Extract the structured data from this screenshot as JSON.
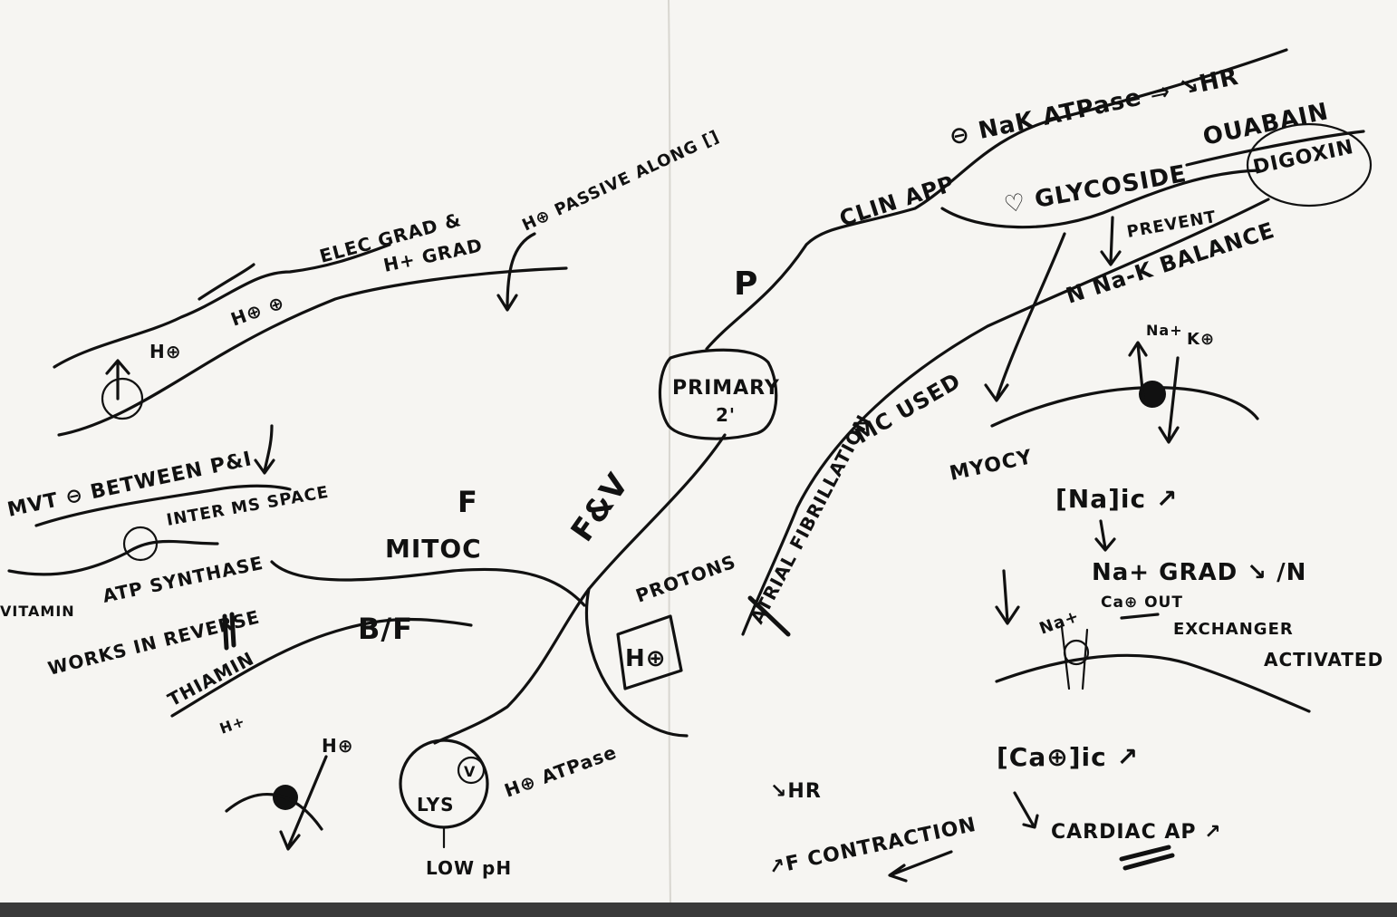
{
  "sheet": {
    "paper_color": "#f6f5f2",
    "ink_color": "#111111",
    "bottom_strip_color": "#3a3a3a"
  },
  "central": {
    "label_line1": "PRIMARY",
    "label_line2": "2'"
  },
  "branches": {
    "p": "P",
    "fv": "F&V",
    "f": "F",
    "bf": "B/F",
    "mitoc": "MITOC",
    "clin_app": "CLIN APP",
    "mc_used": "MC USED",
    "protons": "PROTONS"
  },
  "top_right": {
    "naka": "⊖ NaK ATPase ⇒ ↘HR",
    "cardiac_glyco": "♡ GLYCOSIDE",
    "ouabain": "OUABAIN",
    "digoxin": "DIGOXIN",
    "prevent": "PREVENT",
    "na_k_balance": "N Na-K BALANCE",
    "myocyte": "MYOCY",
    "na_plus": "Na+",
    "k_plus": "K⊕",
    "na_ic": "[Na]ic ↗",
    "na_grad": "Na+ GRAD ↘ /N",
    "ca_out": "Ca⊕ OUT",
    "na_plus2": "Na+",
    "exchanger": "EXCHANGER",
    "activated": "ACTIVATED",
    "ca_ic": "[Ca⊕]ic ↗",
    "cardiac_ap": "CARDIAC AP ↗"
  },
  "top_left": {
    "h_passive": "H⊕ PASSIVE ALONG []",
    "elec_grad": "ELEC GRAD &",
    "h_grad": "H+ GRAD",
    "h_plus": "H⊕",
    "h_count": "H⊕ ⊕",
    "mvt": "MVT ⊖ BETWEEN P&I",
    "inter_ms": "INTER MS SPACE",
    "atp_synthase": "ATP SYNTHASE",
    "works_reverse": "WORKS IN REVERSE",
    "vitamin": "VITAMIN",
    "thiamin": "THIAMIN",
    "h_plus_small": "H+"
  },
  "bottom": {
    "h_plus_left": "H⊕",
    "lys": "LYS",
    "v_marker": "V",
    "h_atpase": "H⊕ ATPase",
    "low_ph": "LOW pH",
    "atrial_fib": "ATRIAL FIBRILLATION",
    "hr": "↘HR",
    "f_contraction": "↗F CONTRACTION"
  }
}
